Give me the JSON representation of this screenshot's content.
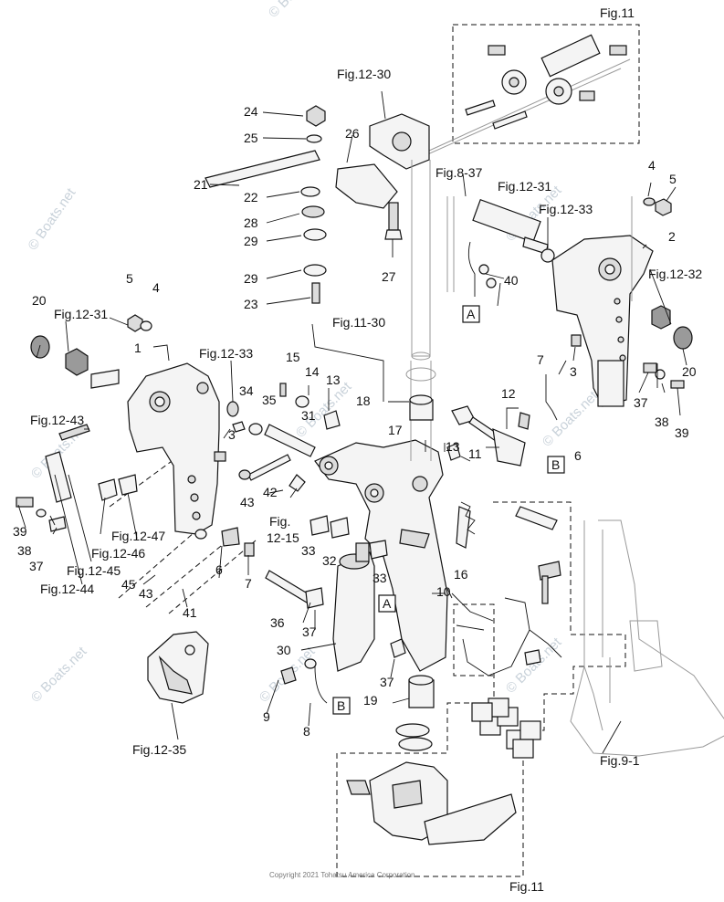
{
  "watermark": {
    "brand": "© Boats.net",
    "copyright": "Copyright 2021 Tohatsu America Corporation"
  },
  "figure_refs": {
    "fig_11_top": "Fig.11",
    "fig_11_bottom": "Fig.11",
    "fig_12_30": "Fig.12-30",
    "fig_8_37": "Fig.8-37",
    "fig_12_31_top": "Fig.12-31",
    "fig_12_31_left": "Fig.12-31",
    "fig_12_33_top": "Fig.12-33",
    "fig_12_33_left": "Fig.12-33",
    "fig_12_32": "Fig.12-32",
    "fig_11_30": "Fig.11-30",
    "fig_12_43": "Fig.12-43",
    "fig_12_47": "Fig.12-47",
    "fig_12_46": "Fig.12-46",
    "fig_12_45": "Fig.12-45",
    "fig_12_44": "Fig.12-44",
    "fig_12_15_a": "Fig.",
    "fig_12_15_b": "12-15",
    "fig_12_35": "Fig.12-35",
    "fig_9_1": "Fig.9-1"
  },
  "callouts": {
    "c1": "1",
    "c2": "2",
    "c3a": "3",
    "c3b": "3",
    "c4a": "4",
    "c4b": "4",
    "c5a": "5",
    "c5b": "5",
    "c6a": "6",
    "c6b": "6",
    "c7a": "7",
    "c7b": "7",
    "c8": "8",
    "c9": "9",
    "c10": "10",
    "c11": "11",
    "c12": "12",
    "c13a": "13",
    "c13b": "13",
    "c14": "14",
    "c15": "15",
    "c16": "16",
    "c17": "17",
    "c18": "18",
    "c19": "19",
    "c20a": "20",
    "c20b": "20",
    "c21": "21",
    "c22": "22",
    "c23": "23",
    "c24": "24",
    "c25": "25",
    "c26": "26",
    "c27": "27",
    "c28": "28",
    "c29a": "29",
    "c29b": "29",
    "c30": "30",
    "c31": "31",
    "c32": "32",
    "c33a": "33",
    "c33b": "33",
    "c34": "34",
    "c35": "35",
    "c36": "36",
    "c37a": "37",
    "c37b": "37",
    "c37c": "37",
    "c37d": "37",
    "c38a": "38",
    "c38b": "38",
    "c39a": "39",
    "c39b": "39",
    "c40": "40",
    "c41": "41",
    "c42": "42",
    "c43a": "43",
    "c43b": "43",
    "c45": "45"
  },
  "boxed_markers": {
    "a_top": "A",
    "a_mid": "A",
    "b_right": "B",
    "b_bottom": "B"
  }
}
